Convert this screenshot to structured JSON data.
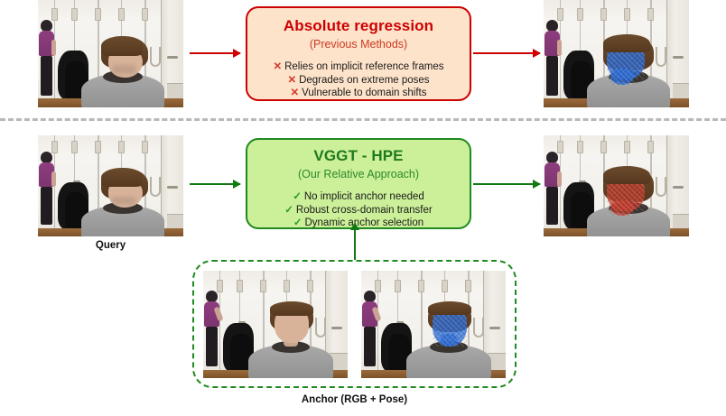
{
  "figure": {
    "top_row": {
      "callout": {
        "title": "Absolute regression",
        "subtitle": "(Previous Methods)",
        "marker": "✕",
        "bullets": [
          "Relies on implicit reference frames",
          "Degrades on extreme poses",
          "Vulnerable to domain shifts"
        ],
        "box_fill": "#fde3ca",
        "box_border": "#cc0000",
        "title_color": "#cc0000",
        "arrow_color": "#cc0000"
      },
      "input_image_alt": "Query portrait, head tilted down, office corridor",
      "output_image_alt": "Predicted head pose, blue mesh overlay"
    },
    "bottom_row": {
      "callout": {
        "title": "VGGT - HPE",
        "subtitle": "(Our Relative Approach)",
        "marker": "✓",
        "bullets": [
          "No implicit anchor needed",
          "Robust cross-domain transfer",
          "Dynamic anchor selection"
        ],
        "box_fill": "#ccf099",
        "box_border": "#1f8a1f",
        "title_color": "#1f7a1f",
        "arrow_color": "#137a13"
      },
      "input_image_alt": "Query portrait, head tilted down, office corridor",
      "output_image_alt": "Predicted head pose, red mesh overlay"
    },
    "labels": {
      "query": "Query",
      "anchor": "Anchor (RGB + Pose)"
    },
    "anchor_group": {
      "border_color": "#1f8a1f",
      "border_style": "dashed",
      "items": [
        {
          "alt": "Anchor RGB frame, subject facing camera"
        },
        {
          "alt": "Anchor pose frame, blue mesh overlay"
        }
      ]
    },
    "divider": {
      "style": "dashed",
      "color": "#b9b9b9"
    }
  }
}
